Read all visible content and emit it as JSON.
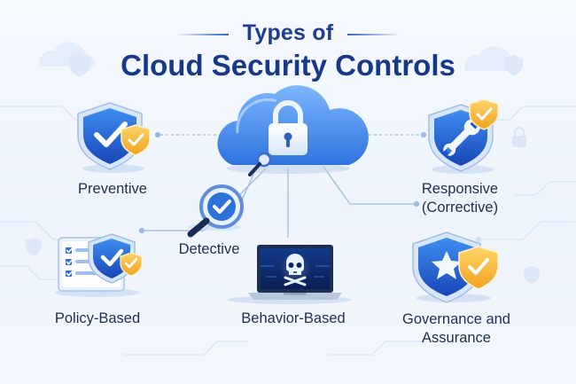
{
  "title": {
    "line1": "Types of",
    "line2": "Cloud Security Controls"
  },
  "controls": [
    {
      "label": "Preventive",
      "icon": "shield-check-icon"
    },
    {
      "label": "Detective",
      "icon": "magnifier-check-icon"
    },
    {
      "label": "Responsive",
      "label_line2": "(Corrective)",
      "icon": "shield-wrench-icon"
    },
    {
      "label": "Policy-Based",
      "icon": "checklist-shield-icon"
    },
    {
      "label": "Behavior-Based",
      "icon": "laptop-skull-icon"
    },
    {
      "label": "Governance and",
      "label_line2": "Assurance",
      "icon": "shield-star-icon"
    }
  ],
  "center": {
    "icon": "cloud-padlock-icon"
  },
  "colors": {
    "title": "#17398a",
    "shield_blue": "#1f63d6",
    "badge_gold": "#f5b335",
    "cloud_blue": "#4a8fe6"
  }
}
